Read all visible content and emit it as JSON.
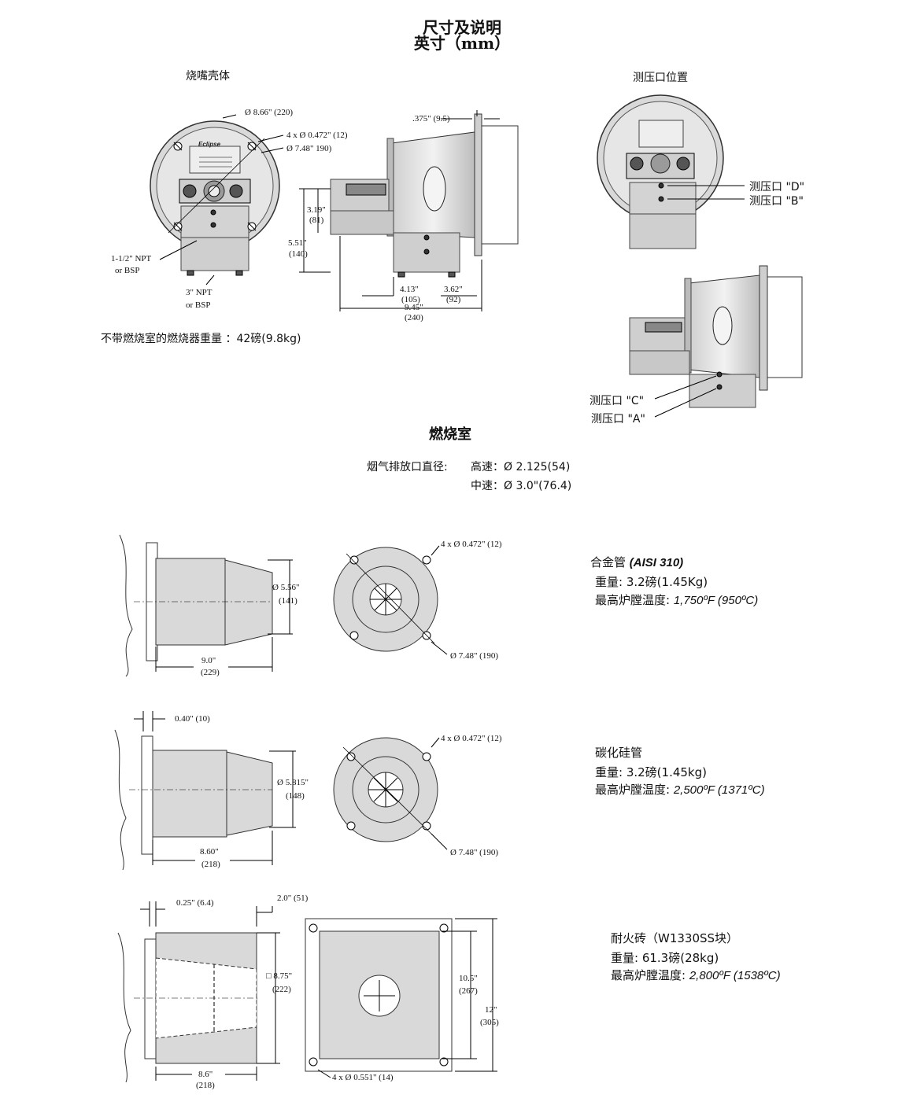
{
  "header": {
    "title": "尺寸及说明",
    "subtitle": "英寸（mm）"
  },
  "views": {
    "housing": "烧嘴壳体",
    "tap_locations": "测压口位置"
  },
  "housing_dims": {
    "dia_outer": "Ø 8.66\" (220)",
    "bolt_holes": "4 x Ø 0.472\" (12)",
    "bolt_circle": "Ø 7.48\" 190)",
    "gas_inlet_1": "1-1/2\" NPT",
    "gas_inlet_2": "or BSP",
    "air_inlet_1": "3\" NPT",
    "air_inlet_2": "or BSP",
    "flange_thk": ".375\" (9.5)",
    "h1_in": "3.19\"",
    "h1_mm": "(81)",
    "h2_in": "5.51\"",
    "h2_mm": "(140)",
    "l1_in": "4.13\"",
    "l1_mm": "(105)",
    "l2_in": "3.62\"",
    "l2_mm": "(92)",
    "l3_in": "9.45\"",
    "l3_mm": "(240)"
  },
  "weight_note": "不带燃烧室的燃烧器重量 ：42磅(9.8kg)",
  "taps": {
    "d": "测压口 \"D\"",
    "b": "测压口 \"B\"",
    "c": "测压口 \"C\"",
    "a": "测压口 \"A\""
  },
  "combustor": {
    "title": "燃烧室",
    "exhaust_label": "烟气排放口直径:",
    "high": "高速：Ø 2.125(54)",
    "mid": "中速：Ø 3.0\"(76.4)"
  },
  "alloy": {
    "name": "合金管",
    "spec": "(AISI 310)",
    "weight_label": "重量: ",
    "weight": "3.2磅(1.45Kg)",
    "temp_label": "最高炉膛温度: ",
    "temp": "1,750ºF (950ºC)",
    "dia_in": "Ø 5.56\"",
    "dia_mm": "(141)",
    "len_in": "9.0\"",
    "len_mm": "(229)",
    "holes": "4 x Ø 0.472\" (12)",
    "bolt": "Ø 7.48\" (190)"
  },
  "sic": {
    "name": "碳化硅管",
    "weight_label": "重量: ",
    "weight": "3.2磅(1.45kg)",
    "temp_label": "最高炉膛温度: ",
    "temp": "2,500ºF (1371ºC)",
    "flange": "0.40\" (10)",
    "dia_in": "Ø 5.815\"",
    "dia_mm": "(148)",
    "len_in": "8.60\"",
    "len_mm": "(218)",
    "holes": "4 x Ø 0.472\" (12)",
    "bolt": "Ø 7.48\" (190)"
  },
  "brick": {
    "name": "耐火砖（W1330SS块）",
    "weight_label": "重量: ",
    "weight": "61.3磅(28kg)",
    "temp_label": "最高炉膛温度: ",
    "temp": "2,800ºF (1538ºC)",
    "flange": "0.25\" (6.4)",
    "depth": "2.0\" (51)",
    "sq_in": "□ 8.75\"",
    "sq_mm": "(222)",
    "len_in": "8.6\"",
    "len_mm": "(218)",
    "inner_in": "10.5\"",
    "inner_mm": "(267)",
    "outer_in": "12\"",
    "outer_mm": "(305)",
    "holes": "4 x Ø 0.551\" (14)"
  },
  "nameplate": "Eclipse"
}
